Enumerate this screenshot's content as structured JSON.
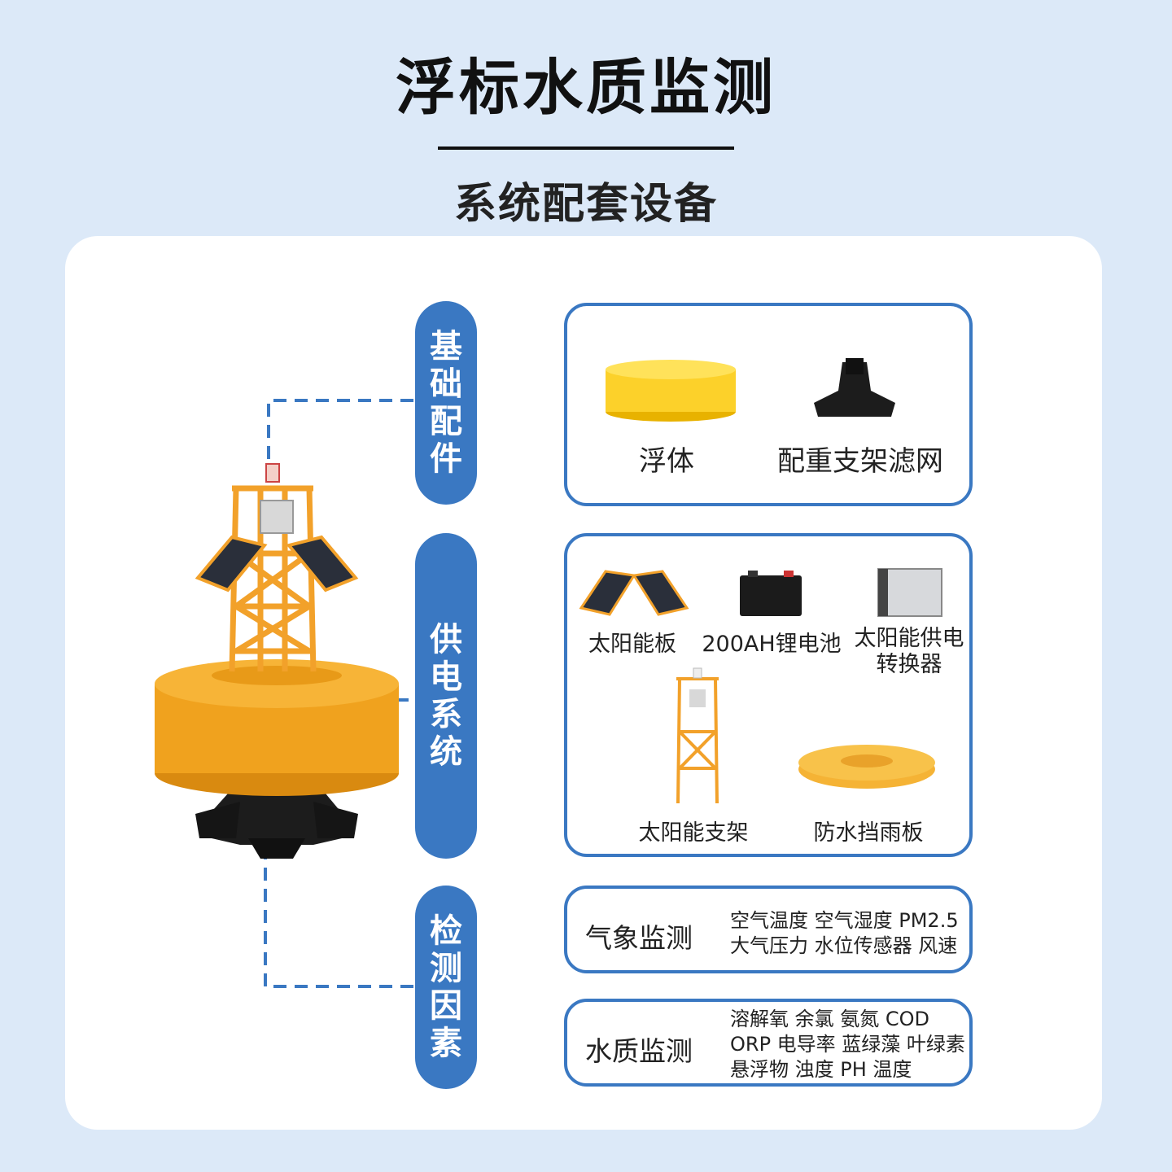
{
  "header": {
    "title": "浮标水质监测",
    "subtitle": "系统配套设备"
  },
  "categories": [
    {
      "label_chars": [
        "基",
        "础",
        "配",
        "件"
      ]
    },
    {
      "label_chars": [
        "供",
        "电",
        "系",
        "统"
      ]
    },
    {
      "label_chars": [
        "检",
        "测",
        "因",
        "素"
      ]
    }
  ],
  "basic": {
    "items": [
      "浮体",
      "配重支架滤网"
    ]
  },
  "power": {
    "items": [
      "太阳能板",
      "200AH锂电池",
      "太阳能供电",
      "转换器",
      "太阳能支架",
      "防水挡雨板"
    ]
  },
  "monitoring": {
    "weather": {
      "title": "气象监测",
      "lines": [
        "空气温度 空气湿度 PM2.5",
        "大气压力 水位传感器 风速"
      ]
    },
    "water": {
      "title": "水质监测",
      "lines": [
        "溶解氧 余氯 氨氮 COD",
        "ORP 电导率 蓝绿藻 叶绿素",
        "悬浮物 浊度 PH 温度"
      ]
    }
  },
  "colors": {
    "background": "#dce9f8",
    "accent_blue": "#3a78c2",
    "buoy_orange": "#f0a21e",
    "frame_orange": "#f2a12a"
  },
  "icons": [
    "buoy-device-illustration",
    "float-body-icon",
    "counterweight-filter-icon",
    "solar-panel-icon",
    "battery-icon",
    "converter-icon",
    "solar-frame-icon",
    "rain-shield-icon"
  ]
}
